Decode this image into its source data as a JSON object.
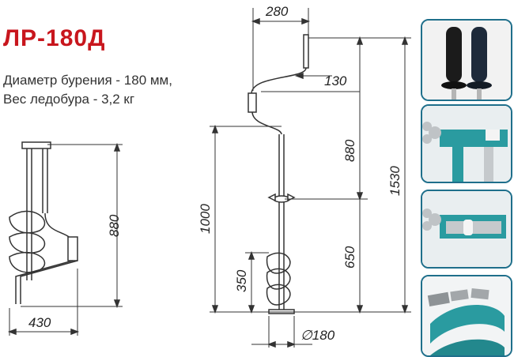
{
  "title": "ЛР-180Д",
  "description": [
    "Диаметр бурения - 180 мм,",
    "Вес ледобура - 3,2 кг"
  ],
  "dimensions": {
    "folded_width": "430",
    "folded_height": "880",
    "handle_width": "280",
    "handle_offset": "130",
    "upper_length": "880",
    "total_length": "1530",
    "lower_length": "1000",
    "auger_length": "650",
    "spiral_length": "350",
    "drill_diameter": "∅180"
  },
  "colors": {
    "title": "#c8161d",
    "frame": "#1f6f8b",
    "teal": "#2a9ba0",
    "line": "#333333"
  }
}
